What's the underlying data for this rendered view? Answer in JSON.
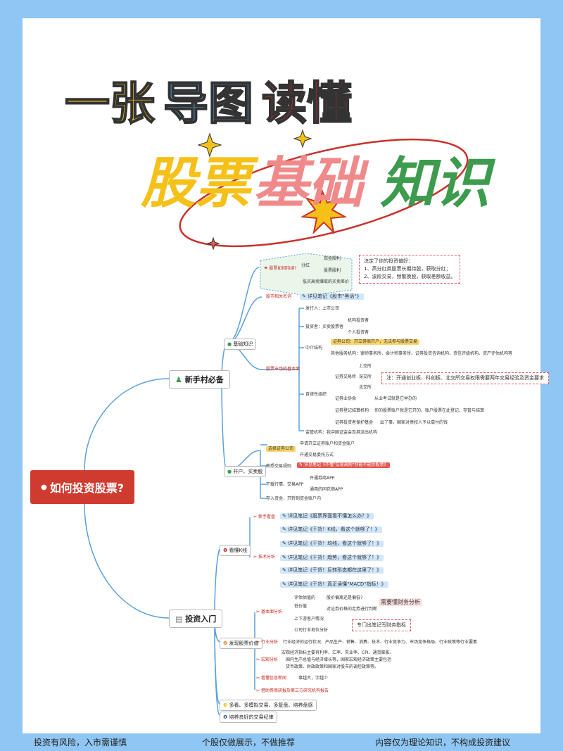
{
  "title": {
    "line1": [
      "一张",
      "导图",
      "读懂"
    ],
    "line2": [
      "股票",
      "基础",
      "知识"
    ]
  },
  "root": "如何投资股票?",
  "branches": {
    "b1": "新手村必备",
    "b2": "投资入门"
  },
  "basic": {
    "label": "基础知识",
    "why": "股票如何持续?",
    "dividend": "分红",
    "cash": "现金股利",
    "stock": "股票股利",
    "diff": "低买高卖赚取的买卖差价",
    "terms": "股市相关名词",
    "terms_note": "详见笔记《股市\"黑话\"》",
    "market": "股票市场的基本面",
    "issuer": "发行人：上市公司",
    "investors": "投资者：买卖股票者",
    "inst": "机构投资者",
    "indiv": "个人投资者",
    "intermediary": "中介结构",
    "broker": "证券公司：开立券商开户，无法参与股票交易",
    "other_services": "其他服务机构：律师事务所、会计师事务所、证券投资咨询机构、资信评级机构、资产评估机构等",
    "self_reg": "自律性组织",
    "exchanges": "证券交易所",
    "sh": "上交所",
    "sz": "深交所",
    "bj": "北交所",
    "assoc": "证券业协会",
    "assoc_d": "从业考试就是它举办的",
    "depository": "证券登记结算机构",
    "depository_d": "你的股票账户就是它开的，账户股票在此登记、存管与结算",
    "fund": "证券投资者保护基金",
    "fund_d": "出了事，国家对债权人予以偿付的钱",
    "regulator": "监管机构：我中国证监会及其派出机构",
    "exch_note": "注：开通创业板、科创板、北交所交易权限需要两年交易经验及资金要求"
  },
  "note1": {
    "l1": "决定了你的投资偏好：",
    "l2": "1、高分红类股票长期持股，获取分红；",
    "l3": "2、波段交易，频繁换股，获取差额收益。"
  },
  "account": {
    "label": "开户、买卖股",
    "choose": "选择证券公司",
    "c1": "申请开立证券账户和资金账户",
    "c2": "开通交易委托方式",
    "rules": "熟悉交易规则",
    "rules_note": "详见笔记《不懂\"交易规则\"你能不能炒股票》",
    "app": "下载行情、交易APP",
    "a1": "开通券商APP",
    "a2": "通用的同花顺APP",
    "deposit": "存入资金，开转到资金账户内"
  },
  "intro": {
    "kline": "看懂K线",
    "novice": "新手看盘",
    "nv_note": "详见笔记《股票界面看不懂怎么办？》",
    "tech": "技术分析",
    "t1": "详见笔记《干货！K线，看这个就够了！》",
    "t2": "详见笔记《干货！均线，看这个就够了！》",
    "t3": "详见笔记《干货！趋势，看这个就够了！》",
    "t4": "详见笔记《干货！反转形态都在这里了！》",
    "t5": "详见笔记《干货！真正读懂\"MACD\"指标！》",
    "value": "发现股票价值",
    "fund": "基本面分析",
    "f1": "评估估值的",
    "f2": "低价值",
    "f3": "股价偏离还是偏低?",
    "f4": "对证券价格的走势进行判断",
    "f5": "上下游客户情况",
    "f6": "公司行业地位分析",
    "need": "需要懂财务分析",
    "indicators": "专门出笔记写财务指标",
    "industry": "行业分析",
    "industry_d": "行业经济的运行状况、产品生产、销售、消费、技术、行业竞争力、市场竞争格局、行业政策等行业要素",
    "macro": "宏观分析",
    "macro_d1": "宏观经济指标主要有利率、汇率、失业率、CPI、通货膨胀、",
    "macro_d2": "国内生产总值与经济增长等，国家宏观经济政策主要包括",
    "macro_d3": "货币政策、财政政策和国家对股市的调控政策等。",
    "news": "看懂信息新闻",
    "news_d": "事越大，字越少",
    "reports": "借助券商研报及第三方研究机构报告",
    "strategy": "多看、多模拟交易、多复盘、培养盘感",
    "habit": "培养良好的交易纪律"
  },
  "footer": {
    "left": "投资有风险，入市需谨慎",
    "mid": "个股仅做展示，不做推荐",
    "right": "内容仅为理论知识，不构成投资建议"
  },
  "colors": {
    "title_yellow": "#f5c018",
    "title_blue": "#4f97c9",
    "title_red": "#c8322c",
    "title_green": "#3d9b4e",
    "title_pink": "#f08a8a",
    "root_red": "#cf3b2f",
    "border_blue": "#8fc6f3"
  }
}
